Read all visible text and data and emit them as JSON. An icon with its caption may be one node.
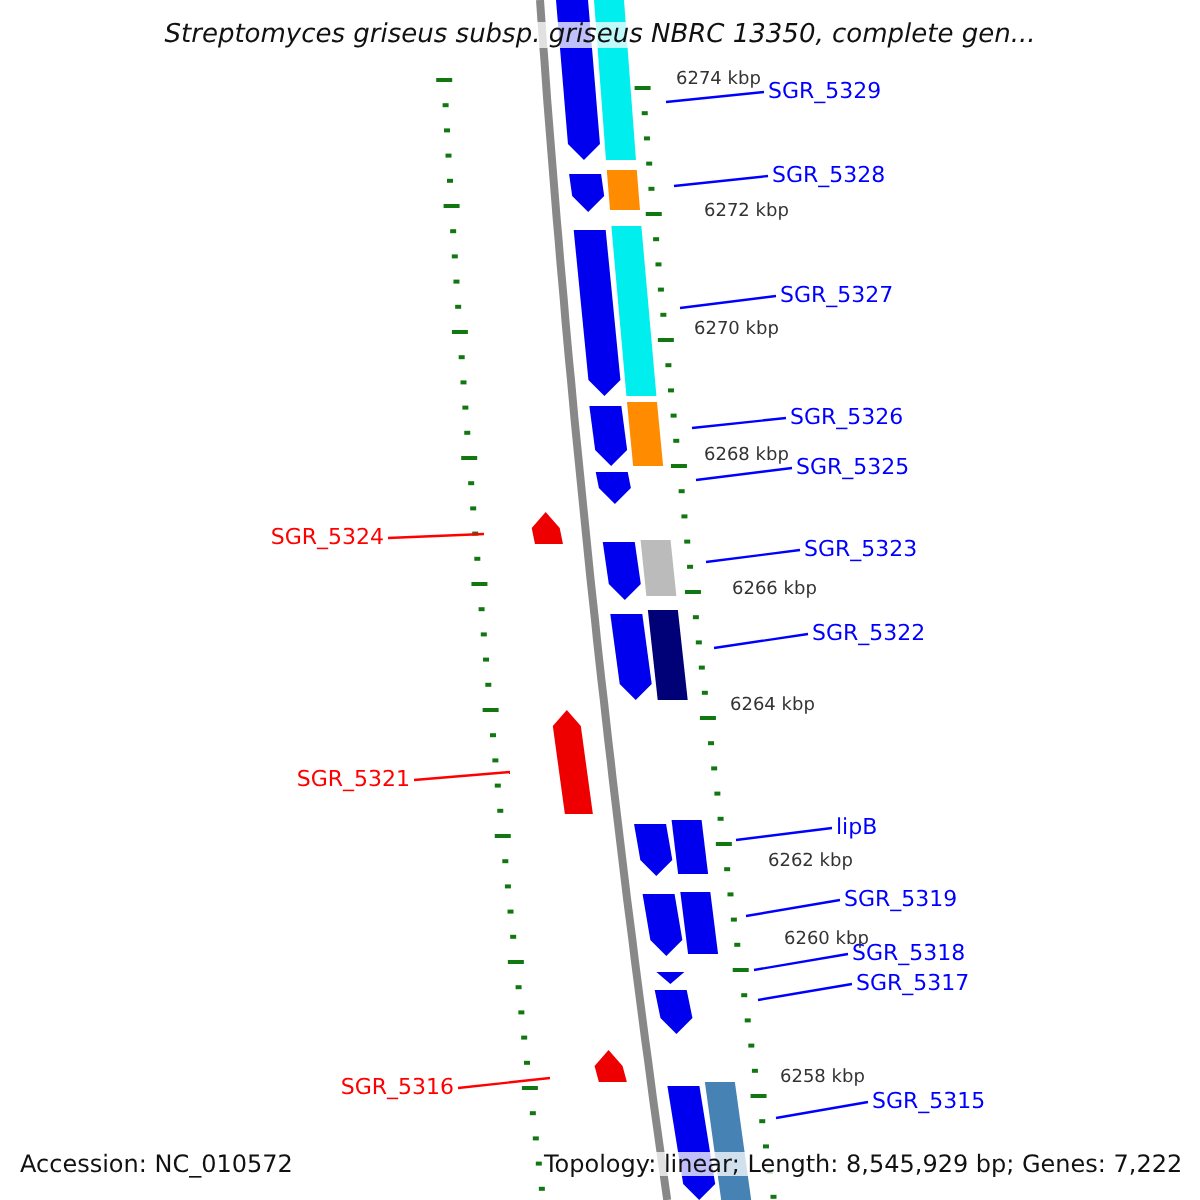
{
  "diagram": {
    "title": "Streptomyces griseus subsp. griseus NBRC 13350, complete gen...",
    "nodes": [
      {
        "text": [
          "SGR_5329"
        ]
      },
      {
        "text": [
          "SGR_5328"
        ]
      },
      {
        "text": [
          "SGR_5327"
        ]
      },
      {
        "text": [
          "SGR_5326"
        ]
      },
      {
        "text": [
          "SGR_5325"
        ]
      },
      {
        "text": [
          "SGR_5324"
        ]
      },
      {
        "text": [
          "SGR_5323"
        ]
      },
      {
        "text": [
          "SGR_5322"
        ]
      },
      {
        "text": [
          "SGR_5321"
        ]
      },
      {
        "text": [
          "lipB"
        ]
      },
      {
        "text": [
          "SGR_5319"
        ]
      },
      {
        "text": [
          "SGR_5318"
        ]
      },
      {
        "text": [
          "SGR_5317"
        ]
      },
      {
        "text": [
          "SGR_5316"
        ]
      },
      {
        "text": [
          "SGR_5315"
        ]
      }
    ],
    "edges": [
      {
        "from": 0,
        "to": null,
        "arrow": "none"
      },
      {
        "from": 1,
        "to": null,
        "arrow": "none"
      },
      {
        "from": 2,
        "to": null,
        "arrow": "none"
      },
      {
        "from": 3,
        "to": null,
        "arrow": "none"
      },
      {
        "from": 4,
        "to": null,
        "arrow": "none"
      },
      {
        "from": 5,
        "to": null,
        "arrow": "none",
        "color": "#ff0000"
      },
      {
        "from": 6,
        "to": null,
        "arrow": "none"
      },
      {
        "from": 7,
        "to": null,
        "arrow": "none"
      },
      {
        "from": 8,
        "to": null,
        "arrow": "none",
        "color": "#ff0000"
      },
      {
        "from": 9,
        "to": null,
        "arrow": "none"
      },
      {
        "from": 10,
        "to": null,
        "arrow": "none"
      },
      {
        "from": 11,
        "to": null,
        "arrow": "none"
      },
      {
        "from": 12,
        "to": null,
        "arrow": "none"
      },
      {
        "from": 13,
        "to": null,
        "arrow": "none",
        "color": "#ff0000"
      },
      {
        "from": 14,
        "to": null,
        "arrow": "none"
      }
    ],
    "labels": [
      "6274 kbp",
      "6272 kbp",
      "6270 kbp",
      "6268 kbp",
      "6266 kbp",
      "6264 kbp",
      "6262 kbp",
      "6260 kbp",
      "6258 kbp",
      "Accession: NC_010572",
      "Topology: linear; Length: 8,545,929 bp; Genes: 7,222"
    ]
  }
}
